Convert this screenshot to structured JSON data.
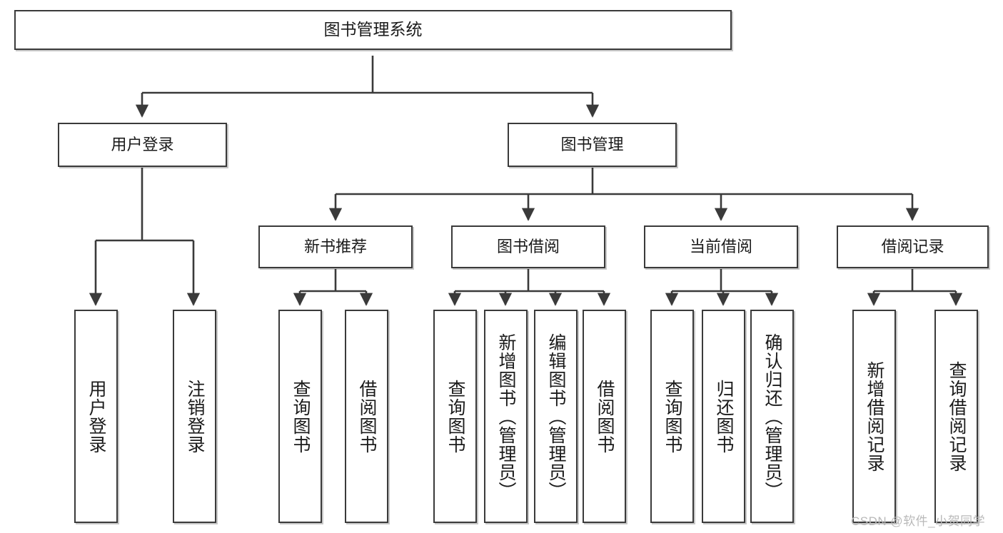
{
  "diagram": {
    "title": "图书管理系统",
    "type": "hierarchy-tree",
    "watermark": "CSDN @软件_小贺同学",
    "colors": {
      "box_border": "#3a3a3a",
      "box_fill": "#ffffff",
      "connector": "#3a3a3a",
      "text": "#1b1b1b",
      "watermark": "#b9b9b9"
    },
    "nodes": {
      "root": {
        "label": "图书管理系统",
        "level": 1,
        "orientation": "horizontal"
      },
      "l2_1": {
        "label": "用户登录",
        "level": 2,
        "orientation": "horizontal"
      },
      "l2_2": {
        "label": "图书管理",
        "level": 2,
        "orientation": "horizontal"
      },
      "l3_1": {
        "label": "新书推荐",
        "level": 3,
        "orientation": "horizontal"
      },
      "l3_2": {
        "label": "图书借阅",
        "level": 3,
        "orientation": "horizontal"
      },
      "l3_3": {
        "label": "当前借阅",
        "level": 3,
        "orientation": "horizontal"
      },
      "l3_4": {
        "label": "借阅记录",
        "level": 3,
        "orientation": "horizontal"
      },
      "l4_1": {
        "label": "用户登录",
        "level": 4,
        "orientation": "vertical"
      },
      "l4_2": {
        "label": "注销登录",
        "level": 4,
        "orientation": "vertical"
      },
      "l4_3": {
        "label": "查询图书",
        "level": 4,
        "orientation": "vertical"
      },
      "l4_4": {
        "label": "借阅图书",
        "level": 4,
        "orientation": "vertical"
      },
      "l4_5": {
        "label": "查询图书",
        "level": 4,
        "orientation": "vertical"
      },
      "l4_6": {
        "label": "新增图书（管理员）",
        "level": 4,
        "orientation": "vertical"
      },
      "l4_7": {
        "label": "编辑图书（管理员）",
        "level": 4,
        "orientation": "vertical"
      },
      "l4_8": {
        "label": "借阅图书",
        "level": 4,
        "orientation": "vertical"
      },
      "l4_9": {
        "label": "查询图书",
        "level": 4,
        "orientation": "vertical"
      },
      "l4_10": {
        "label": "归还图书",
        "level": 4,
        "orientation": "vertical"
      },
      "l4_11": {
        "label": "确认归还（管理员）",
        "level": 4,
        "orientation": "vertical"
      },
      "l4_12": {
        "label": "新增借阅记录",
        "level": 4,
        "orientation": "vertical"
      },
      "l4_13": {
        "label": "查询借阅记录",
        "level": 4,
        "orientation": "vertical"
      }
    },
    "edges": [
      {
        "from": "root",
        "to": "l2_1"
      },
      {
        "from": "root",
        "to": "l2_2"
      },
      {
        "from": "l2_2",
        "to": "l3_1"
      },
      {
        "from": "l2_2",
        "to": "l3_2"
      },
      {
        "from": "l2_2",
        "to": "l3_3"
      },
      {
        "from": "l2_2",
        "to": "l3_4"
      },
      {
        "from": "l2_1",
        "to": "l4_1"
      },
      {
        "from": "l2_1",
        "to": "l4_2"
      },
      {
        "from": "l3_1",
        "to": "l4_3"
      },
      {
        "from": "l3_1",
        "to": "l4_4"
      },
      {
        "from": "l3_2",
        "to": "l4_5"
      },
      {
        "from": "l3_2",
        "to": "l4_6"
      },
      {
        "from": "l3_2",
        "to": "l4_7"
      },
      {
        "from": "l3_2",
        "to": "l4_8"
      },
      {
        "from": "l3_3",
        "to": "l4_9"
      },
      {
        "from": "l3_3",
        "to": "l4_10"
      },
      {
        "from": "l3_3",
        "to": "l4_11"
      },
      {
        "from": "l3_4",
        "to": "l4_12"
      },
      {
        "from": "l3_4",
        "to": "l4_13"
      }
    ]
  }
}
